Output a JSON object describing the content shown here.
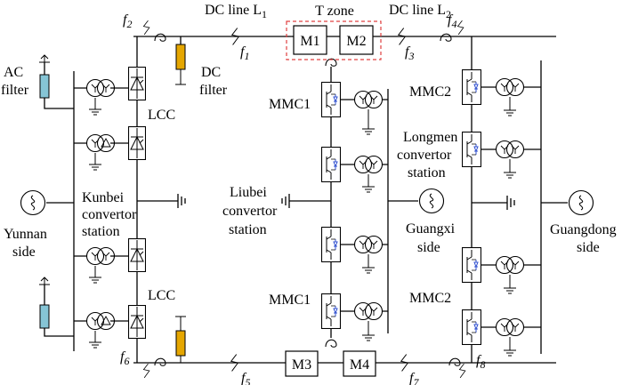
{
  "zone": {
    "label": "T   zone"
  },
  "dc_lines": {
    "l1": "DC line L",
    "l1_sub": "1",
    "l2": "DC line L",
    "l2_sub": "2"
  },
  "faults": [
    {
      "id": "f1",
      "letter": "f",
      "sub": "1"
    },
    {
      "id": "f2",
      "letter": "f",
      "sub": "2"
    },
    {
      "id": "f3",
      "letter": "f",
      "sub": "3"
    },
    {
      "id": "f4",
      "letter": "f",
      "sub": "4"
    },
    {
      "id": "f5",
      "letter": "f",
      "sub": "5"
    },
    {
      "id": "f6",
      "letter": "f",
      "sub": "6"
    },
    {
      "id": "f7",
      "letter": "f",
      "sub": "7"
    },
    {
      "id": "f8",
      "letter": "f",
      "sub": "8"
    }
  ],
  "breakers": [
    "M1",
    "M2",
    "M3",
    "M4"
  ],
  "labels": {
    "ac_filter_1": "AC",
    "ac_filter_2": "filter",
    "dc_filter_1": "DC",
    "dc_filter_2": "filter",
    "lcc_top": "LCC",
    "lcc_bottom": "LCC",
    "kunbei_1": "Kunbei",
    "kunbei_2": "convertor",
    "kunbei_3": "station",
    "yunnan_1": "Yunnan",
    "yunnan_2": "side",
    "mmc1_top": "MMC1",
    "mmc1_bottom": "MMC1",
    "liubei_1": "Liubei",
    "liubei_2": "convertor",
    "liubei_3": "station",
    "mmc2_top": "MMC2",
    "mmc2_bottom": "MMC2",
    "longmen_1": "Longmen",
    "longmen_2": "convertor",
    "longmen_3": "station",
    "guangxi_1": "Guangxi",
    "guangxi_2": "side",
    "guangdong_1": "Guangdong",
    "guangdong_2": "side"
  },
  "colors": {
    "filter": "#e5a600",
    "ac_filter": "#86c5d6",
    "zone_border": "#e04040",
    "mmc_diode": "#3050d0"
  }
}
